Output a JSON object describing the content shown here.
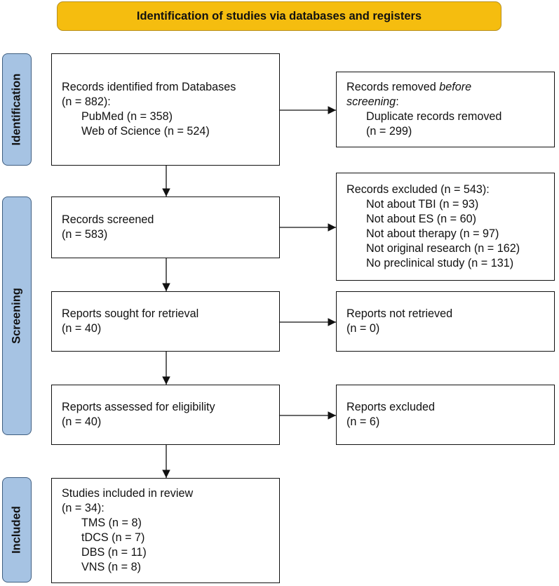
{
  "header": {
    "title": "Identification of studies via databases and registers"
  },
  "phases": {
    "identification": "Identification",
    "screening": "Screening",
    "included": "Included"
  },
  "boxes": {
    "identified": {
      "line1": "Records identified from Databases",
      "line2": "(n = 882):",
      "pubmed": "PubMed (n = 358)",
      "wos": "Web of Science (n = 524)"
    },
    "removed": {
      "line1_prefix": "Records removed ",
      "line1_emphasis": "before",
      "line2_emphasis": "screening",
      "line2_suffix": ":",
      "dup": "Duplicate records removed",
      "dup_n": "(n = 299)"
    },
    "screened": {
      "line1": "Records screened",
      "line2": "(n = 583)"
    },
    "excluded": {
      "line1": "Records excluded (n = 543):",
      "items": [
        "Not about TBI (n = 93)",
        "Not about ES (n = 60)",
        "Not about therapy (n = 97)",
        "Not original research (n = 162)",
        "No preclinical study (n = 131)"
      ]
    },
    "sought": {
      "line1": "Reports sought for retrieval",
      "line2": "(n = 40)"
    },
    "not_retrieved": {
      "line1": "Reports not retrieved",
      "line2": "(n = 0)"
    },
    "assessed": {
      "line1": "Reports assessed for eligibility",
      "line2": "(n = 40)"
    },
    "reports_excluded": {
      "line1": "Reports excluded",
      "line2": "(n = 6)"
    },
    "included": {
      "line1": "Studies included in review",
      "line2": "(n = 34):",
      "items": [
        "TMS (n = 8)",
        "tDCS (n = 7)",
        "DBS (n = 11)",
        "VNS (n = 8)"
      ]
    }
  }
}
